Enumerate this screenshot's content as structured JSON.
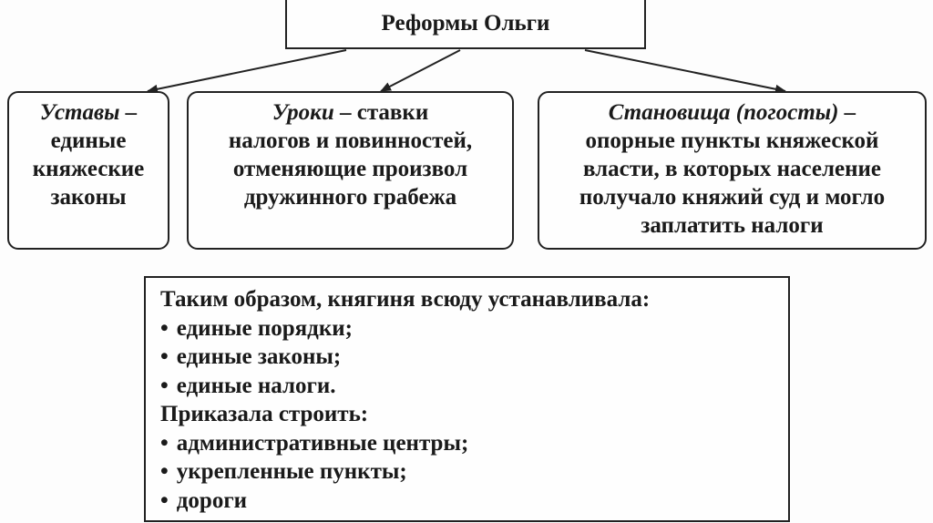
{
  "title": "Реформы Ольги",
  "reforms": [
    {
      "term": "Уставы –",
      "description_lines": [
        "единые",
        "княжеские",
        "законы"
      ]
    },
    {
      "term": "Уроки",
      "term_suffix": " – ставки",
      "description_lines": [
        "налогов и повинностей,",
        "отменяющие произвол",
        "дружинного грабежа"
      ]
    },
    {
      "term": "Становища (погосты) –",
      "description_lines": [
        "опорные пункты княжеской",
        "власти, в которых население",
        "получало княжий суд и могло",
        "заплатить налоги"
      ]
    }
  ],
  "summary": {
    "intro": "Таким образом, княгиня всюду устанавливала:",
    "established": [
      "единые порядки;",
      "единые законы;",
      "единые налоги."
    ],
    "build_heading": "Приказала строить:",
    "build_items": [
      "административные центры;",
      "укрепленные пункты;",
      "дороги"
    ]
  },
  "colors": {
    "line": "#222222",
    "background": "#fdfdfd",
    "text": "#1a1a1a"
  }
}
